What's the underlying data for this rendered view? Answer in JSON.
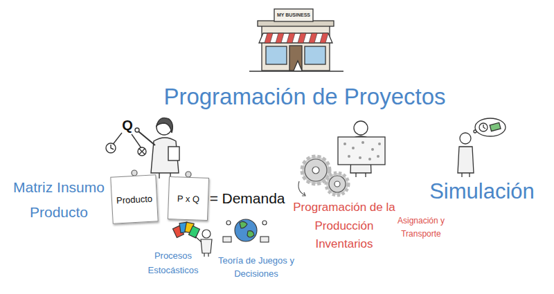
{
  "diagram": {
    "title": "Programación de Proyectos",
    "nodes": [
      {
        "text": [
          "Producto"
        ]
      },
      {
        "text": [
          "P x Q"
        ]
      }
    ],
    "labels": [
      "MY BUSINESS",
      "Q",
      "Matriz Insumo Producto",
      "=",
      "Demanda",
      "Procesos Estocásticos",
      "Teoría de Juegos y Decisiones",
      "Programación de la Producción Inventarios",
      "Asignación y Transporte",
      "Simulación"
    ]
  }
}
